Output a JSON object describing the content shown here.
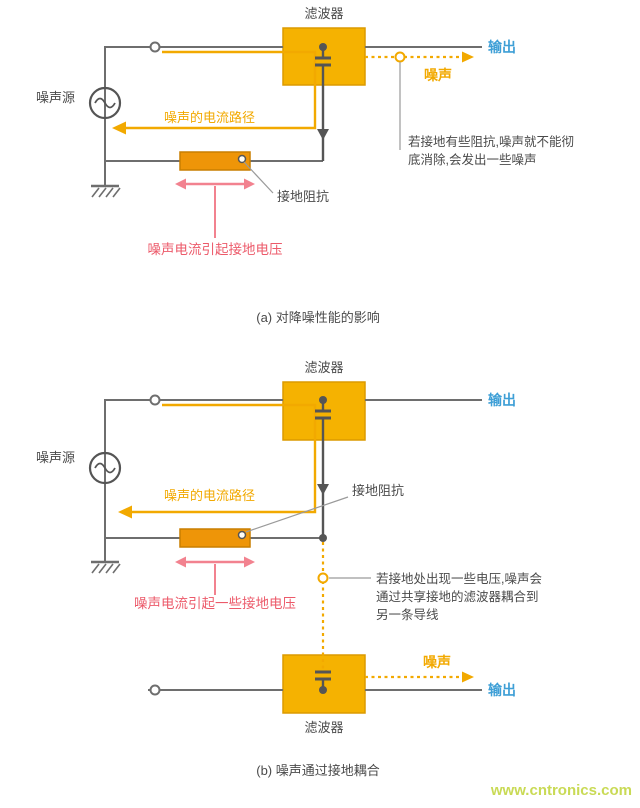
{
  "a": {
    "filter_label": "滤波器",
    "noise_source": "噪声源",
    "output": "输出",
    "noise": "噪声",
    "current_path": "噪声的电流路径",
    "ground_impedance": "接地阻抗",
    "ground_voltage": "噪声电流引起接地电压",
    "note1": "若接地有些阻抗,噪声就不能彻",
    "note2": "底消除,会发出一些噪声",
    "caption": "(a) 对降噪性能的影响"
  },
  "b": {
    "filter_label_top": "滤波器",
    "filter_label_bottom": "滤波器",
    "noise_source": "噪声源",
    "output_top": "输出",
    "output_bottom": "输出",
    "noise": "噪声",
    "current_path": "噪声的电流路径",
    "ground_impedance": "接地阻抗",
    "ground_voltage": "噪声电流引起一些接地电压",
    "note1": "若接地处出现一些电压,噪声会",
    "note2": "通过共享接地的滤波器耦合到",
    "note3": "另一条导线",
    "caption": "(b) 噪声通过接地耦合"
  },
  "watermark": "www.cntronics.com",
  "colors": {
    "filter_fill": "#F5B201",
    "filter_stroke": "#DB9A00",
    "impedance_fill": "#EE9508",
    "impedance_stroke": "#C97F00",
    "wire": "#6E6E6E",
    "noise_orange": "#F2A900",
    "alert_red": "#F2828F",
    "red_text": "#EC5A6A",
    "output_blue": "#3E9FD6",
    "text_dark": "#4A4A4A",
    "watermark_green": "#C9DA55"
  }
}
